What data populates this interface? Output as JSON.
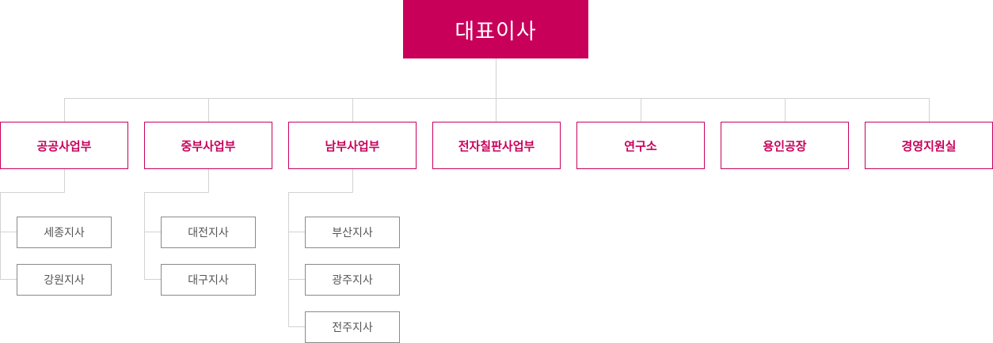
{
  "colors": {
    "accent": "#c8005a",
    "branch_text": "#555555",
    "line": "#d2d2d2"
  },
  "ceo": {
    "label": "대표이사"
  },
  "departments": [
    {
      "label": "공공사업부",
      "branches": [
        "세종지사",
        "강원지사"
      ]
    },
    {
      "label": "중부사업부",
      "branches": [
        "대전지사",
        "대구지사"
      ]
    },
    {
      "label": "남부사업부",
      "branches": [
        "부산지사",
        "광주지사",
        "전주지사"
      ]
    },
    {
      "label": "전자칠판사업부",
      "branches": []
    },
    {
      "label": "연구소",
      "branches": []
    },
    {
      "label": "용인공장",
      "branches": []
    },
    {
      "label": "경영지원실",
      "branches": []
    }
  ]
}
